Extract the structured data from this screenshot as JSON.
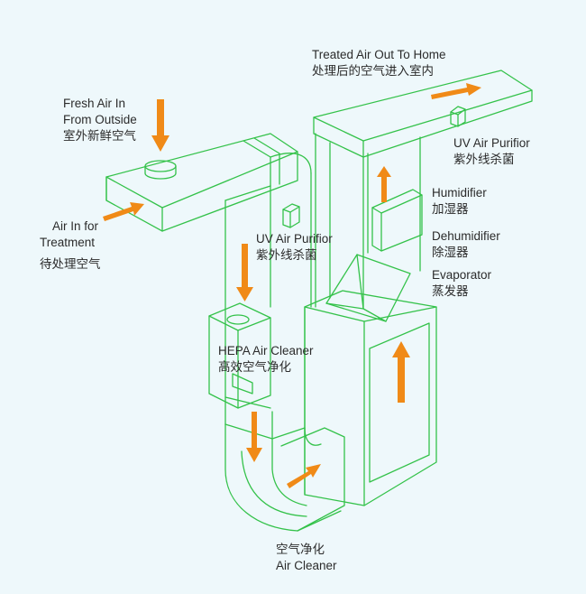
{
  "labels": {
    "treated_out": {
      "en": "Treated Air Out To Home",
      "zh": "处理后的空气进入室内"
    },
    "fresh_in": {
      "en1": "Fresh Air In",
      "en2": "From Outside",
      "zh": "室外新鲜空气"
    },
    "uv_top": {
      "en": "UV Air Purifior",
      "zh": "紫外线杀菌"
    },
    "humidifier": {
      "en": "Humidifier",
      "zh": "加湿器"
    },
    "dehumidifier": {
      "en": "Dehumidifier",
      "zh": "除湿器"
    },
    "evaporator": {
      "en": "Evaporator",
      "zh": "蒸发器"
    },
    "air_in_treatment": {
      "en1": "Air In for",
      "en2": "Treatment",
      "zh": "待处理空气"
    },
    "uv_mid": {
      "en": "UV Air Purifior",
      "zh": "紫外线杀菌"
    },
    "hepa": {
      "en": "HEPA Air Cleaner",
      "zh": "高效空气净化"
    },
    "air_cleaner": {
      "zh": "空气净化",
      "en": "Air Cleaner"
    }
  },
  "colors": {
    "background": "#eef8fb",
    "outline": "#34c24a",
    "arrow": "#f08a17",
    "text": "#2b2b2b"
  }
}
